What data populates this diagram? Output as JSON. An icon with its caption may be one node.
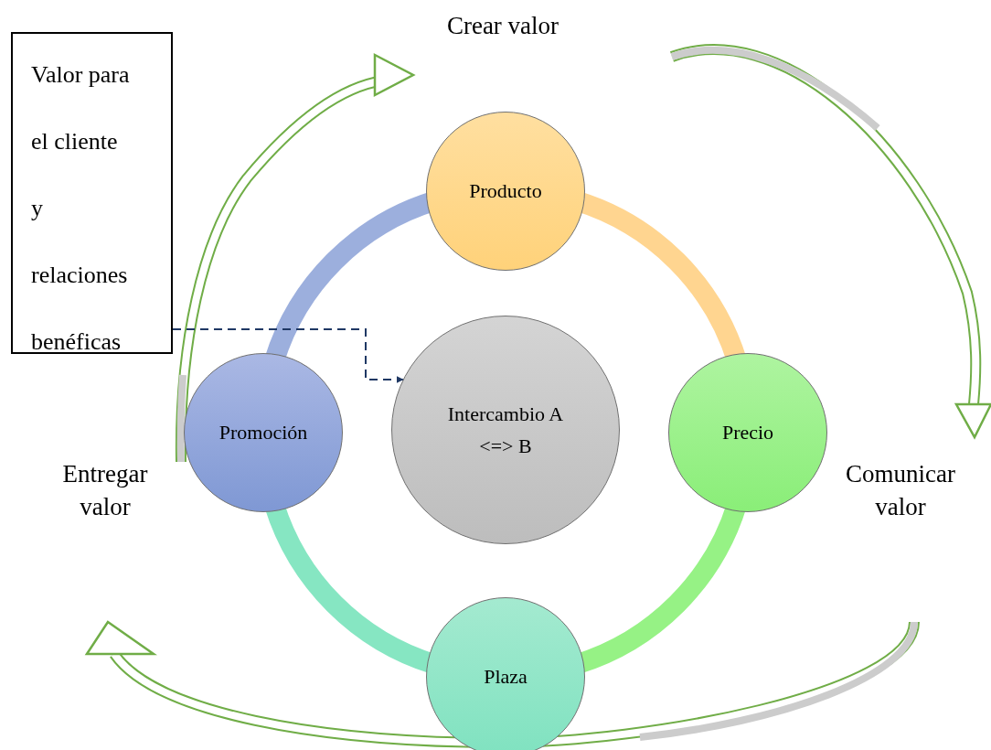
{
  "diagram": {
    "nodes": [
      {
        "text": [
          "Valor para el cliente y relaciones benéficas"
        ]
      },
      {
        "text": [
          "Producto"
        ]
      },
      {
        "text": [
          "Promoción"
        ]
      },
      {
        "text": [
          "Intercambio A <=> B"
        ]
      },
      {
        "text": [
          "Precio"
        ]
      },
      {
        "text": [
          "Plaza"
        ]
      }
    ],
    "edges": [
      {
        "from": 1,
        "to": 4,
        "arrow": "none",
        "color": "#ffd590"
      },
      {
        "from": 4,
        "to": 5,
        "arrow": "none",
        "color": "#96f285"
      },
      {
        "from": 5,
        "to": 2,
        "arrow": "none",
        "color": "#86e6c2"
      },
      {
        "from": 2,
        "to": 1,
        "arrow": "none",
        "color": "#9cafdd"
      },
      {
        "from": 0,
        "to": 3,
        "arrow": "to",
        "style": "dashed",
        "color": "#1f3864"
      }
    ],
    "labels": [
      "Crear valor",
      "Comunicar valor",
      "Entregar valor"
    ]
  }
}
